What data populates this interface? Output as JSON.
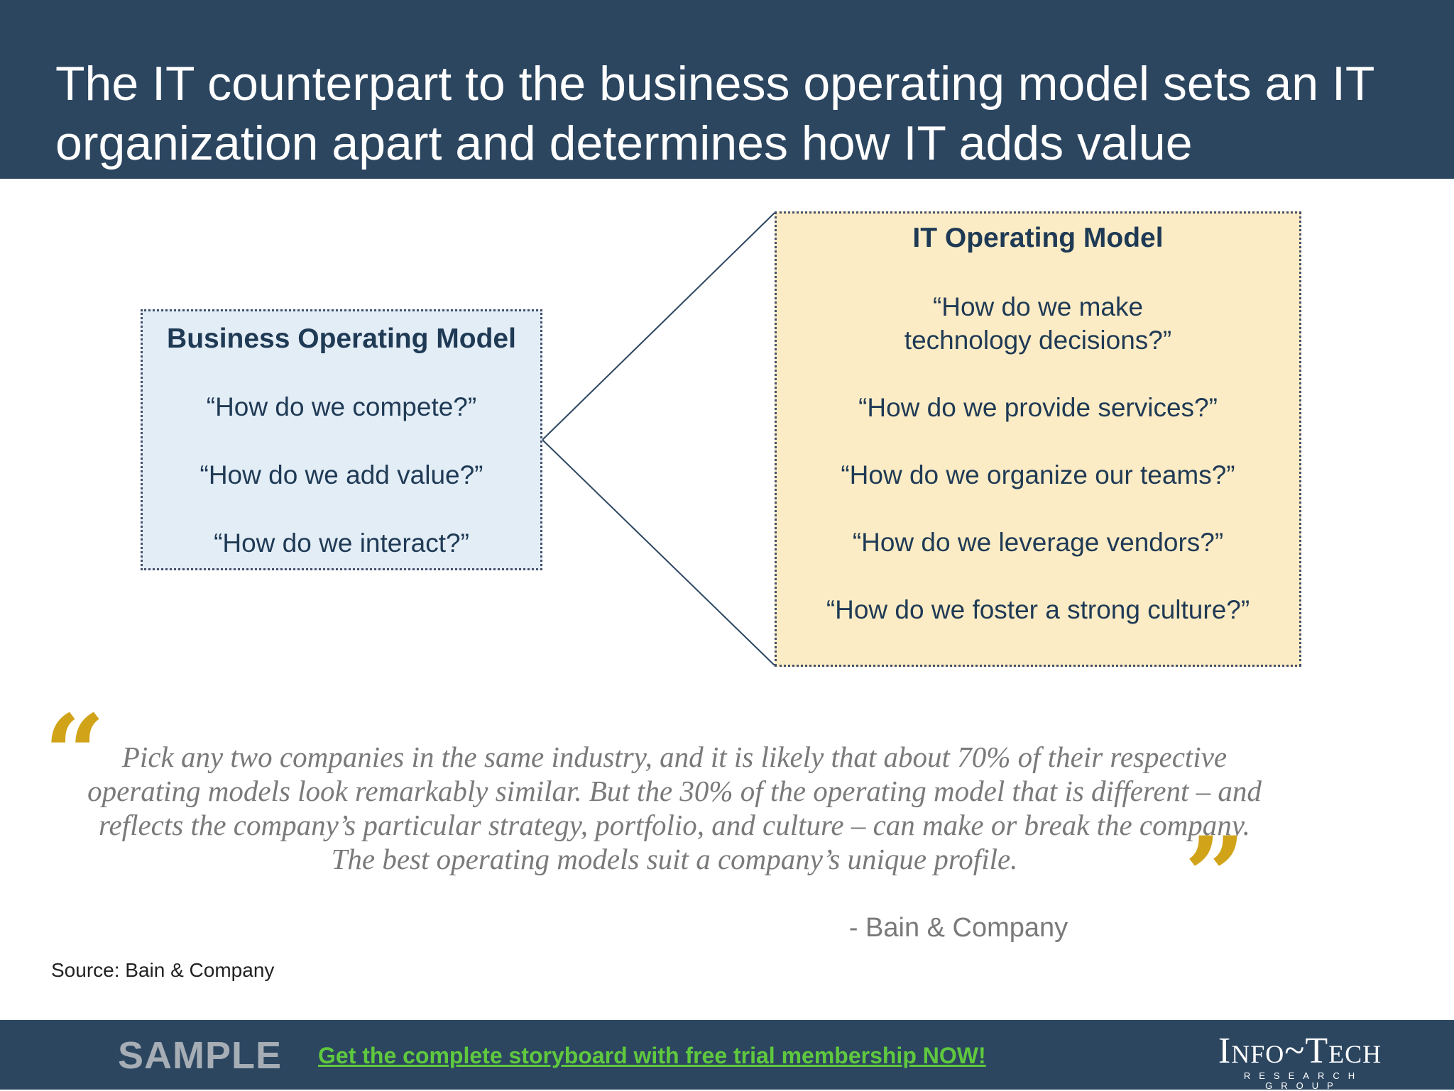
{
  "header": {
    "title": "The IT counterpart to the business operating model sets an IT organization apart and determines how IT adds value"
  },
  "business_model": {
    "title": "Business Operating Model",
    "questions": [
      "“How do we compete?”",
      "“How do we add value?”",
      "“How do we interact?”"
    ]
  },
  "it_model": {
    "title": "IT Operating Model",
    "questions": [
      "“How do we make technology decisions?”",
      "“How do we provide services?”",
      "“How do we organize our teams?”",
      "“How do we leverage vendors?”",
      "“How do we foster a strong culture?”"
    ]
  },
  "quote": {
    "open_mark": "“",
    "close_mark": "”",
    "text": "Pick any two companies in the same industry, and it is likely that about 70% of their respective operating models look remarkably similar. But the 30% of the operating model that is different – and reflects the company’s particular strategy, portfolio, and culture – can make or break the company. The best operating models suit a company’s unique profile.",
    "author": "- Bain & Company"
  },
  "source": "Source: Bain & Company",
  "footer": {
    "sample_label": "SAMPLE",
    "cta_text": "Get the complete storyboard with free trial membership NOW!",
    "logo_main": "Info~Tech",
    "logo_sub": "RESEARCH GROUP"
  },
  "colors": {
    "header_bg": "#2c4660",
    "business_box_bg": "#e3edf6",
    "it_box_bg": "#fcecc5",
    "quote_mark": "#d1a318",
    "cta_green": "#5fc93e"
  }
}
